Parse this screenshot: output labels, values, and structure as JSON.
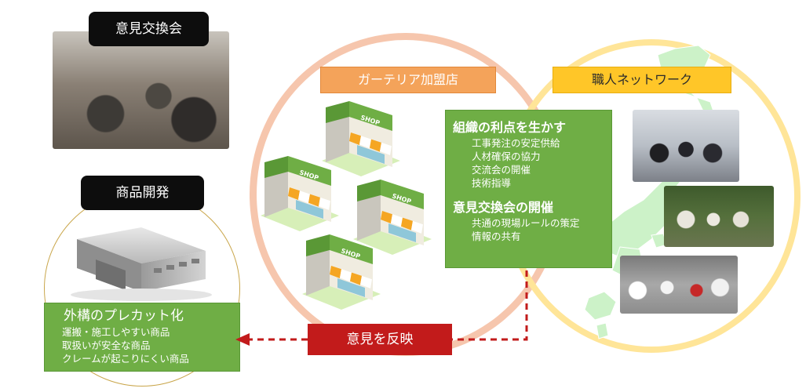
{
  "meeting": {
    "label": "意見交換会"
  },
  "product_dev": {
    "label": "商品開発",
    "box_title": "外構のプレカット化",
    "items": [
      "運搬・施工しやすい商品",
      "取扱いが安全な商品",
      "クレームが起こりにくい商品"
    ]
  },
  "gaterry": {
    "header": "ガーテリア加盟店",
    "shop_sign": "SHOP"
  },
  "network": {
    "header": "職人ネットワーク"
  },
  "benefits": {
    "section1_title": "組織の利点を生かす",
    "section1_items": [
      "工事発注の安定供給",
      "人材確保の協力",
      "交流会の開催",
      "技術指導"
    ],
    "section2_title": "意見交換会の開催",
    "section2_items": [
      "共通の現場ルールの策定",
      "情報の共有"
    ]
  },
  "reflect": {
    "label": "意見を反映"
  },
  "colors": {
    "green": "#6fae45",
    "orange": "#f4a35a",
    "yellow": "#ffc628",
    "red": "#c21b1b",
    "circle_peach": "#f6c6ad",
    "circle_yellow": "#ffe598"
  }
}
